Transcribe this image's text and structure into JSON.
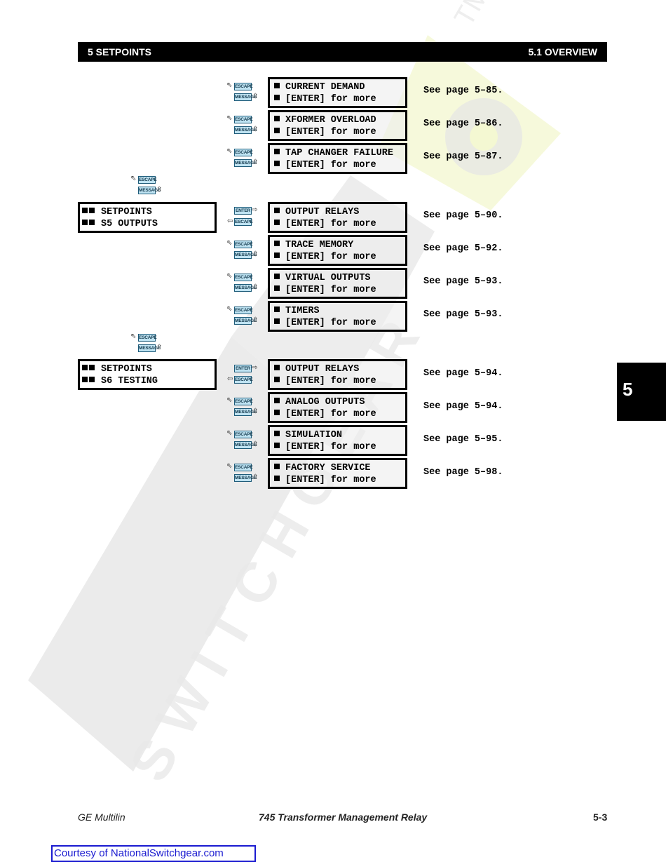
{
  "header": {
    "left": "5 SETPOINTS",
    "right": "5.1 OVERVIEW"
  },
  "keys": {
    "escape": "ESCAPE",
    "message": "MESSAGE",
    "enter": "ENTER"
  },
  "main_menus": [
    {
      "line1": "SETPOINTS",
      "line2": "S5 OUTPUTS"
    },
    {
      "line1": "SETPOINTS",
      "line2": "S6 TESTING"
    }
  ],
  "submenus": [
    {
      "title": "CURRENT DEMAND",
      "action": "[ENTER] for more",
      "see": "See page 5–85."
    },
    {
      "title": "XFORMER OVERLOAD",
      "action": "[ENTER] for more",
      "see": "See page 5–86."
    },
    {
      "title": "TAP CHANGER FAILURE",
      "action": "[ENTER] for more",
      "see": "See page 5–87."
    },
    {
      "title": "OUTPUT RELAYS",
      "action": "[ENTER] for more",
      "see": "See page 5–90."
    },
    {
      "title": "TRACE MEMORY",
      "action": "[ENTER] for more",
      "see": "See page 5–92."
    },
    {
      "title": "VIRTUAL OUTPUTS",
      "action": "[ENTER] for more",
      "see": "See page 5–93."
    },
    {
      "title": "TIMERS",
      "action": "[ENTER] for more",
      "see": "See page 5–93."
    },
    {
      "title": "OUTPUT RELAYS",
      "action": "[ENTER] for more",
      "see": "See page 5–94."
    },
    {
      "title": "ANALOG OUTPUTS",
      "action": "[ENTER] for more",
      "see": "See page 5–94."
    },
    {
      "title": "SIMULATION",
      "action": "[ENTER] for more",
      "see": "See page 5–95."
    },
    {
      "title": "FACTORY SERVICE",
      "action": "[ENTER] for more",
      "see": "See page 5–98."
    }
  ],
  "chapter_tab": "5",
  "footer": {
    "left": "GE Multilin",
    "center": "745 Transformer Management Relay",
    "right": "5-3"
  },
  "courtesy": "Courtesy of NationalSwitchgear.com"
}
